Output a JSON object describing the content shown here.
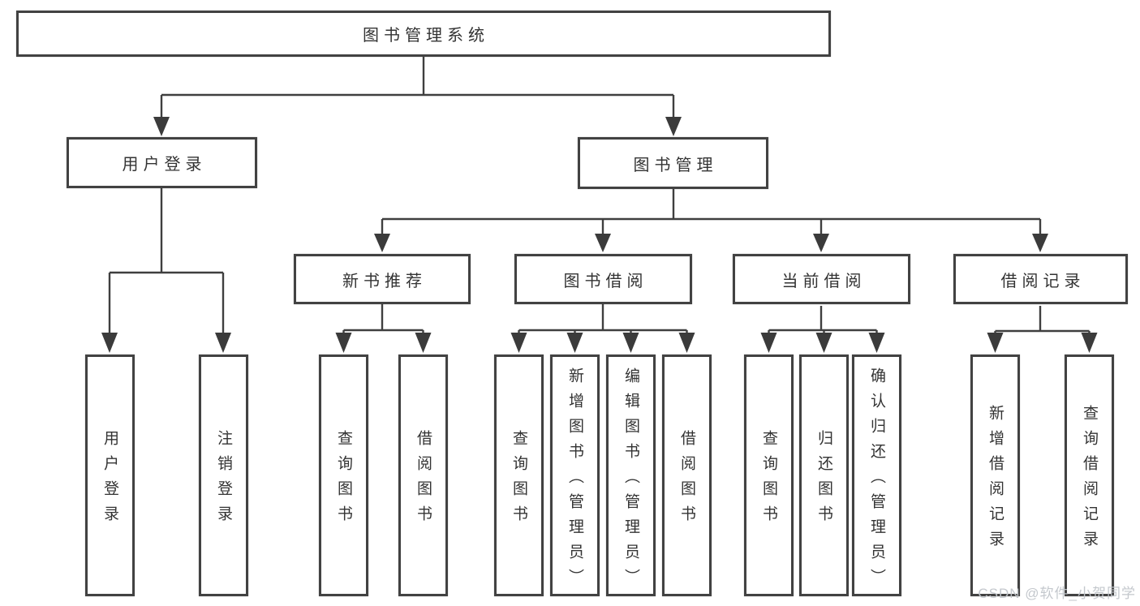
{
  "diagram": {
    "title": "图书管理系统",
    "type": "hierarchy-tree",
    "colors": {
      "line": "#3f3f3f",
      "border": "#424242",
      "text": "#333333",
      "watermark": "#c1c5ca",
      "background": "#ffffff"
    },
    "watermark": "CSDN @软件_小贺同学",
    "tree": {
      "label": "图书管理系统",
      "children": [
        {
          "label": "用户登录",
          "children": [
            {
              "label": "用户登录"
            },
            {
              "label": "注销登录"
            }
          ]
        },
        {
          "label": "图书管理",
          "children": [
            {
              "label": "新书推荐",
              "children": [
                {
                  "label": "查询图书"
                },
                {
                  "label": "借阅图书"
                }
              ]
            },
            {
              "label": "图书借阅",
              "children": [
                {
                  "label": "查询图书"
                },
                {
                  "label": "新增图书（管理员）"
                },
                {
                  "label": "编辑图书（管理员）"
                },
                {
                  "label": "借阅图书"
                }
              ]
            },
            {
              "label": "当前借阅",
              "children": [
                {
                  "label": "查询图书"
                },
                {
                  "label": "归还图书"
                },
                {
                  "label": "确认归还（管理员）"
                }
              ]
            },
            {
              "label": "借阅记录",
              "children": [
                {
                  "label": "新增借阅记录"
                },
                {
                  "label": "查询借阅记录"
                }
              ]
            }
          ]
        }
      ]
    }
  }
}
